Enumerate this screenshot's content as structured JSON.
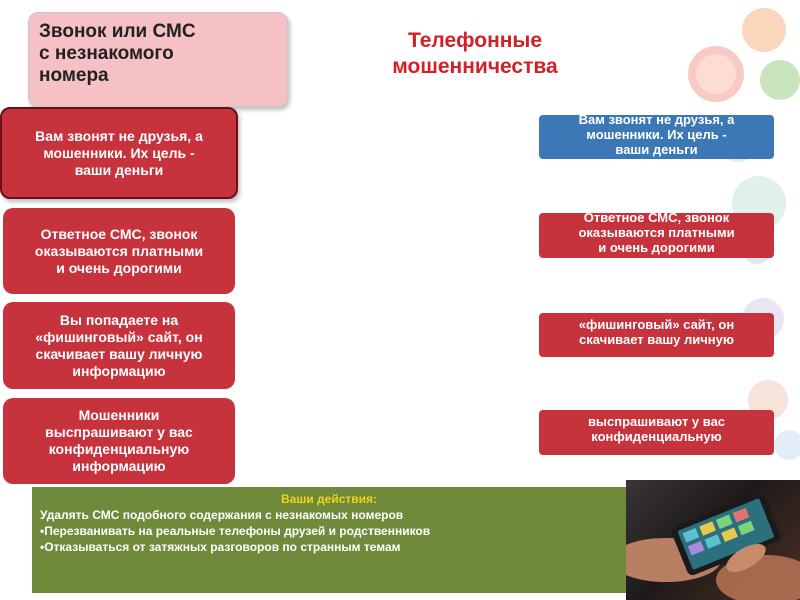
{
  "header_box": {
    "lines": [
      "Звонок или СМС",
      "с незнакомого",
      "номера"
    ]
  },
  "title": {
    "lines": [
      "Телефонные",
      "мошенничества"
    ]
  },
  "left_cards": [
    {
      "lines": [
        "Вам звонят не друзья, а",
        "мошенники. Их цель -",
        "ваши деньги"
      ]
    },
    {
      "lines": [
        "Ответное СМС, звонок",
        "оказываются платными",
        "и очень дорогими"
      ]
    },
    {
      "lines": [
        "Вы попадаете на",
        "«фишинговый» сайт, он",
        "скачивает вашу личную",
        "информацию"
      ]
    },
    {
      "lines": [
        "Мошенники",
        "выспрашивают у вас",
        "конфиденциальную",
        "информацию"
      ]
    }
  ],
  "right_cards": [
    {
      "lines": [
        "Вам звонят не друзья, а",
        "мошенники. Их цель -",
        "ваши деньги"
      ]
    },
    {
      "lines": [
        "Ответное СМС, звонок",
        "оказываются платными",
        "и очень дорогими"
      ]
    },
    {
      "lines": [
        "«фишинговый» сайт, он",
        "скачивает вашу личную"
      ]
    },
    {
      "lines": [
        "выспрашивают у вас",
        "конфиденциальную"
      ]
    }
  ],
  "actions": {
    "heading": "Ваши действия:",
    "lines": [
      "Удалять СМС подобного содержания с незнакомых номеров",
      "•Перезванивать на реальные телефоны друзей и родственников",
      "•Отказываться от затяжных разговоров по странным темам"
    ]
  },
  "colors": {
    "title_red": "#d32027",
    "card_red": "#c7333d",
    "right_blue": "#3b78b5",
    "right_red": "#c7333d",
    "actions_green": "#6f8a3b",
    "actions_heading": "#f1d21a",
    "header_pink": "#f6c1c5"
  },
  "icons": [
    "coin-icon",
    "document-chart-icon",
    "dollar-icon",
    "bank-icon",
    "chart-icon"
  ]
}
